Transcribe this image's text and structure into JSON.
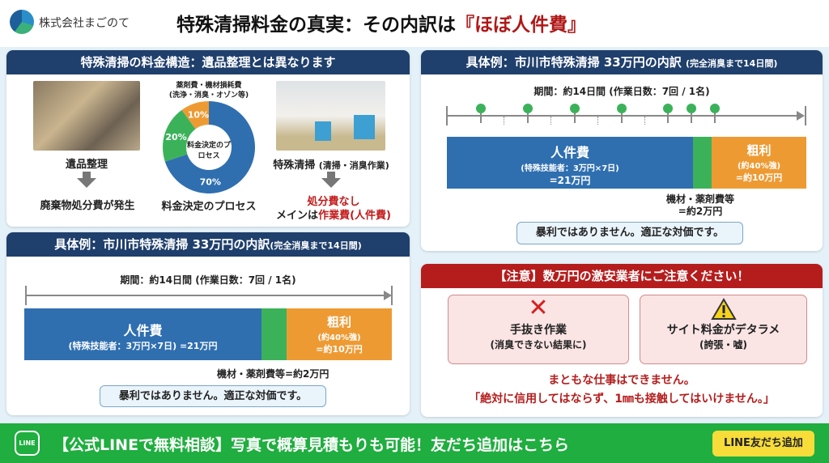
{
  "header": {
    "company": "株式会社まごのて",
    "title_main": "特殊清掃料金の真実：その内訳は",
    "title_highlight": "『ほぼ人件費』"
  },
  "colors": {
    "navy": "#1f3f6c",
    "blue": "#2f6fb0",
    "green": "#3bb25a",
    "orange": "#ee9a33",
    "red": "#b51d1d",
    "line_green": "#1fae3f"
  },
  "panel1": {
    "title": "特殊清掃の料金構造：遺品整理とは異なります",
    "left": {
      "caption": "遺品整理",
      "result": "廃棄物処分費が発生"
    },
    "donut": {
      "label_top": "薬剤費・機材損耗費",
      "label_top_sub": "(洗浄・消臭・オゾン等)",
      "center": "料金決定のプロセス",
      "caption": "料金決定のプロセス",
      "slices": [
        {
          "value": 70,
          "label": "70%",
          "color": "#2f6fb0"
        },
        {
          "value": 20,
          "label": "20%",
          "color": "#3bb25a"
        },
        {
          "value": 10,
          "label": "10%",
          "color": "#ee9a33"
        }
      ]
    },
    "right": {
      "caption": "特殊清掃",
      "caption_sub": "(清掃・消臭作業)",
      "result_red": "処分費なし",
      "result_prefix": "メインは",
      "result_highlight": "作業費(人件費)"
    }
  },
  "panel2": {
    "title": "具体例：市川市特殊清掃 33万円の内訳",
    "title_sub": "(完全消臭まで14日間)",
    "period": "期間：約14日間 (作業日数：7回 / 1名)",
    "labor_title": "人件費",
    "labor_detail": "(特殊技能者：3万円×7日) =21万円",
    "profit_title": "粗利",
    "profit_sub": "(約40%強)",
    "profit_value": "=約10万円",
    "materials": "機材・薬剤費等=約2万円",
    "bubble": "暴利ではありません。適正な対価です。"
  },
  "panel3": {
    "title": "具体例：市川市特殊清掃 33万円の内訳",
    "title_sub": "(完全消臭まで14日間)",
    "period": "期間：約14日間 (作業日数：7回 / 1名)",
    "labor_title": "人件費",
    "labor_detail": "(特殊技能者：3万円×7日)",
    "labor_value": "=21万円",
    "profit_title": "粗利",
    "profit_sub": "(約40%強)",
    "profit_value": "=約10万円",
    "materials": "機材・薬剤費等",
    "materials_value": "=約2万円",
    "bubble": "暴利ではありません。適正な対価です。",
    "breakdown": [
      {
        "name": "人件費",
        "value": 21
      },
      {
        "name": "機材・薬剤費等",
        "value": 2
      },
      {
        "name": "粗利",
        "value": 10
      }
    ],
    "work_days": 7
  },
  "panel4": {
    "title": "【注意】数万円の激安業者にご注意ください！",
    "box1": {
      "icon": "cross-icon",
      "title": "手抜き作業",
      "sub": "(消臭できない結果に)"
    },
    "box2": {
      "icon": "warning-icon",
      "title": "サイト料金がデタラメ",
      "sub": "(誇張・嘘)"
    },
    "line1": "まともな仕事はできません。",
    "line2": "「絶対に信用してはならず、1㎜も接触してはいけません。」"
  },
  "footer": {
    "line_icon": "LINE",
    "text": "【公式LINEで無料相談】写真で概算見積もりも可能！友だち追加はこちら",
    "button": "LINE友だち追加"
  }
}
